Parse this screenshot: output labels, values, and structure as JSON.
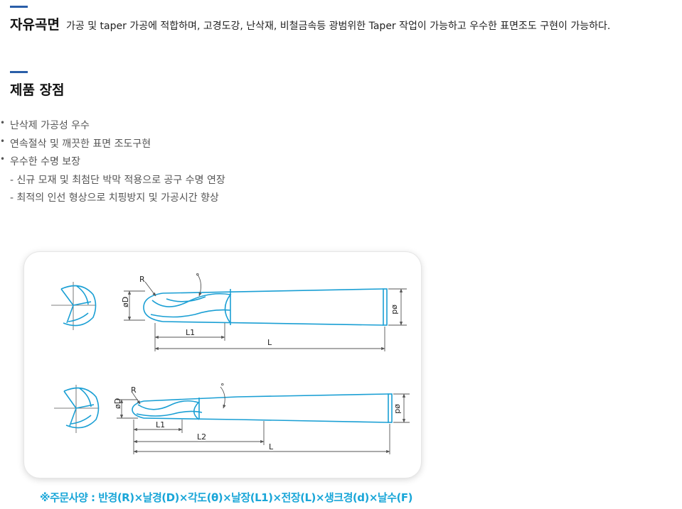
{
  "header": {
    "title": "자유곡면",
    "description": "가공 및 taper 가공에 적합하며, 고경도강, 난삭재, 비철금속등 광범위한 Taper 작업이 가능하고 우수한 표면조도 구현이 가능하다."
  },
  "features_section": {
    "title": "제품 장점",
    "items": [
      {
        "text": "난삭제 가공성 우수",
        "level": 0
      },
      {
        "text": "연속절삭 및 깨끗한 표면 조도구현",
        "level": 0
      },
      {
        "text": "우수한 수명 보장",
        "level": 0
      },
      {
        "text": "- 신규 모재 및 최첨단 박막 적용으로 공구 수명 연장",
        "level": 1
      },
      {
        "text": "- 최적의 인선 형상으로 치핑방지 및 가공시간 향상",
        "level": 1
      }
    ]
  },
  "diagram": {
    "tool1": {
      "r": "R",
      "angle": "°",
      "od": "øD",
      "d": "ød",
      "l1": "L1",
      "l": "L"
    },
    "tool2": {
      "r": "R",
      "angle": "°",
      "od": "øD",
      "d": "ød",
      "l1": "L1",
      "l2": "L2",
      "l": "L"
    }
  },
  "order_note": "※주문사양 : 반경(R)×날경(D)×각도(θ)×날장(L1)×전장(L)×생크경(d)×날수(F)",
  "colors": {
    "accent_bar": "#2a5ea8",
    "drawing_line": "#1a9fd4",
    "dimension_line": "#555555",
    "note_text": "#19a6d8"
  }
}
